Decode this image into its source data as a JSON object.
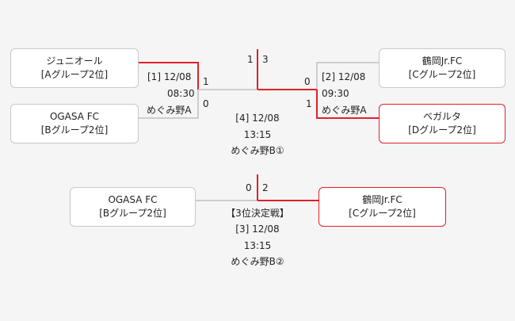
{
  "semifinal_1": {
    "team_top": {
      "name": "ジュニオール",
      "group": "[Aグループ2位]"
    },
    "team_bottom": {
      "name": "OGASA FC",
      "group": "[Bグループ2位]"
    },
    "score_top": "1",
    "score_bottom": "0",
    "date": "[1] 12/08",
    "time": "08:30",
    "venue": "めぐみ野A"
  },
  "semifinal_2": {
    "team_top": {
      "name": "鶴岡Jr.FC",
      "group": "[Cグループ2位]"
    },
    "team_bottom": {
      "name": "ベガルタ",
      "group": "[Dグループ2位]"
    },
    "score_top": "0",
    "score_bottom": "1",
    "date": "[2] 12/08",
    "time": "09:30",
    "venue": "めぐみ野A"
  },
  "final": {
    "score_left": "1",
    "score_right": "3",
    "date": "[4] 12/08",
    "time": "13:15",
    "venue": "めぐみ野B①"
  },
  "third_place": {
    "team_left": {
      "name": "OGASA FC",
      "group": "[Bグループ2位]"
    },
    "team_right": {
      "name": "鶴岡Jr.FC",
      "group": "[Cグループ2位]"
    },
    "score_left": "0",
    "score_right": "2",
    "title": "【3位決定戦】",
    "date": "[3] 12/08",
    "time": "13:15",
    "venue": "めぐみ野B②"
  },
  "colors": {
    "winner": "#e0202a",
    "loser": "#c0c0c0",
    "box_border": "#c8c8c8"
  }
}
